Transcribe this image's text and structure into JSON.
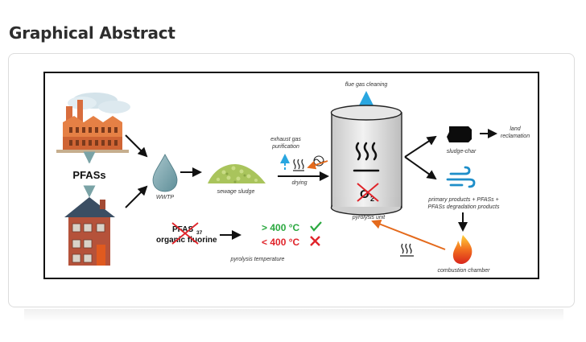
{
  "page": {
    "heading": "Graphical Abstract"
  },
  "figure": {
    "labels": {
      "pfass": "PFASs",
      "wwtp": "WWTP",
      "sewage_sludge": "sewage sludge",
      "exhaust_gas_line1": "exhaust gas",
      "exhaust_gas_line2": "purification",
      "drying": "drying",
      "flue_gas_cleaning": "flue gas cleaning",
      "pyrolysis_unit": "pyrolysis unit",
      "o2": "O",
      "o2_sub": "2",
      "sludge_char": "sludge-char",
      "land_line1": "land",
      "land_line2": "reclamation",
      "primary_line1": "primary products + PFASs +",
      "primary_line2": "PFASs degradation products",
      "combustion_chamber": "combustion chamber",
      "pfas37": "PFAS",
      "pfas37_sub": "37",
      "organic_fluorine": "organic fluorine",
      "pyrolysis_temperature": "pyrolysis temperature",
      "above_400": "> 400 °C",
      "below_400": "< 400 °C"
    },
    "icons": {
      "factory": "factory-icon",
      "house": "house-icon",
      "drop": "water-drop-icon",
      "sludge": "sludge-pile-icon",
      "heat": "heat-waves-icon",
      "wind": "wind-icon",
      "flame": "flame-icon",
      "check": "check-icon",
      "cross": "cross-icon"
    },
    "colors": {
      "check": "#2aa83f",
      "cross": "#e0242a",
      "orange_arrow": "#e46a1c",
      "blue_arrow": "#29a6e0",
      "teal_arrow": "#7aa3a6"
    }
  }
}
